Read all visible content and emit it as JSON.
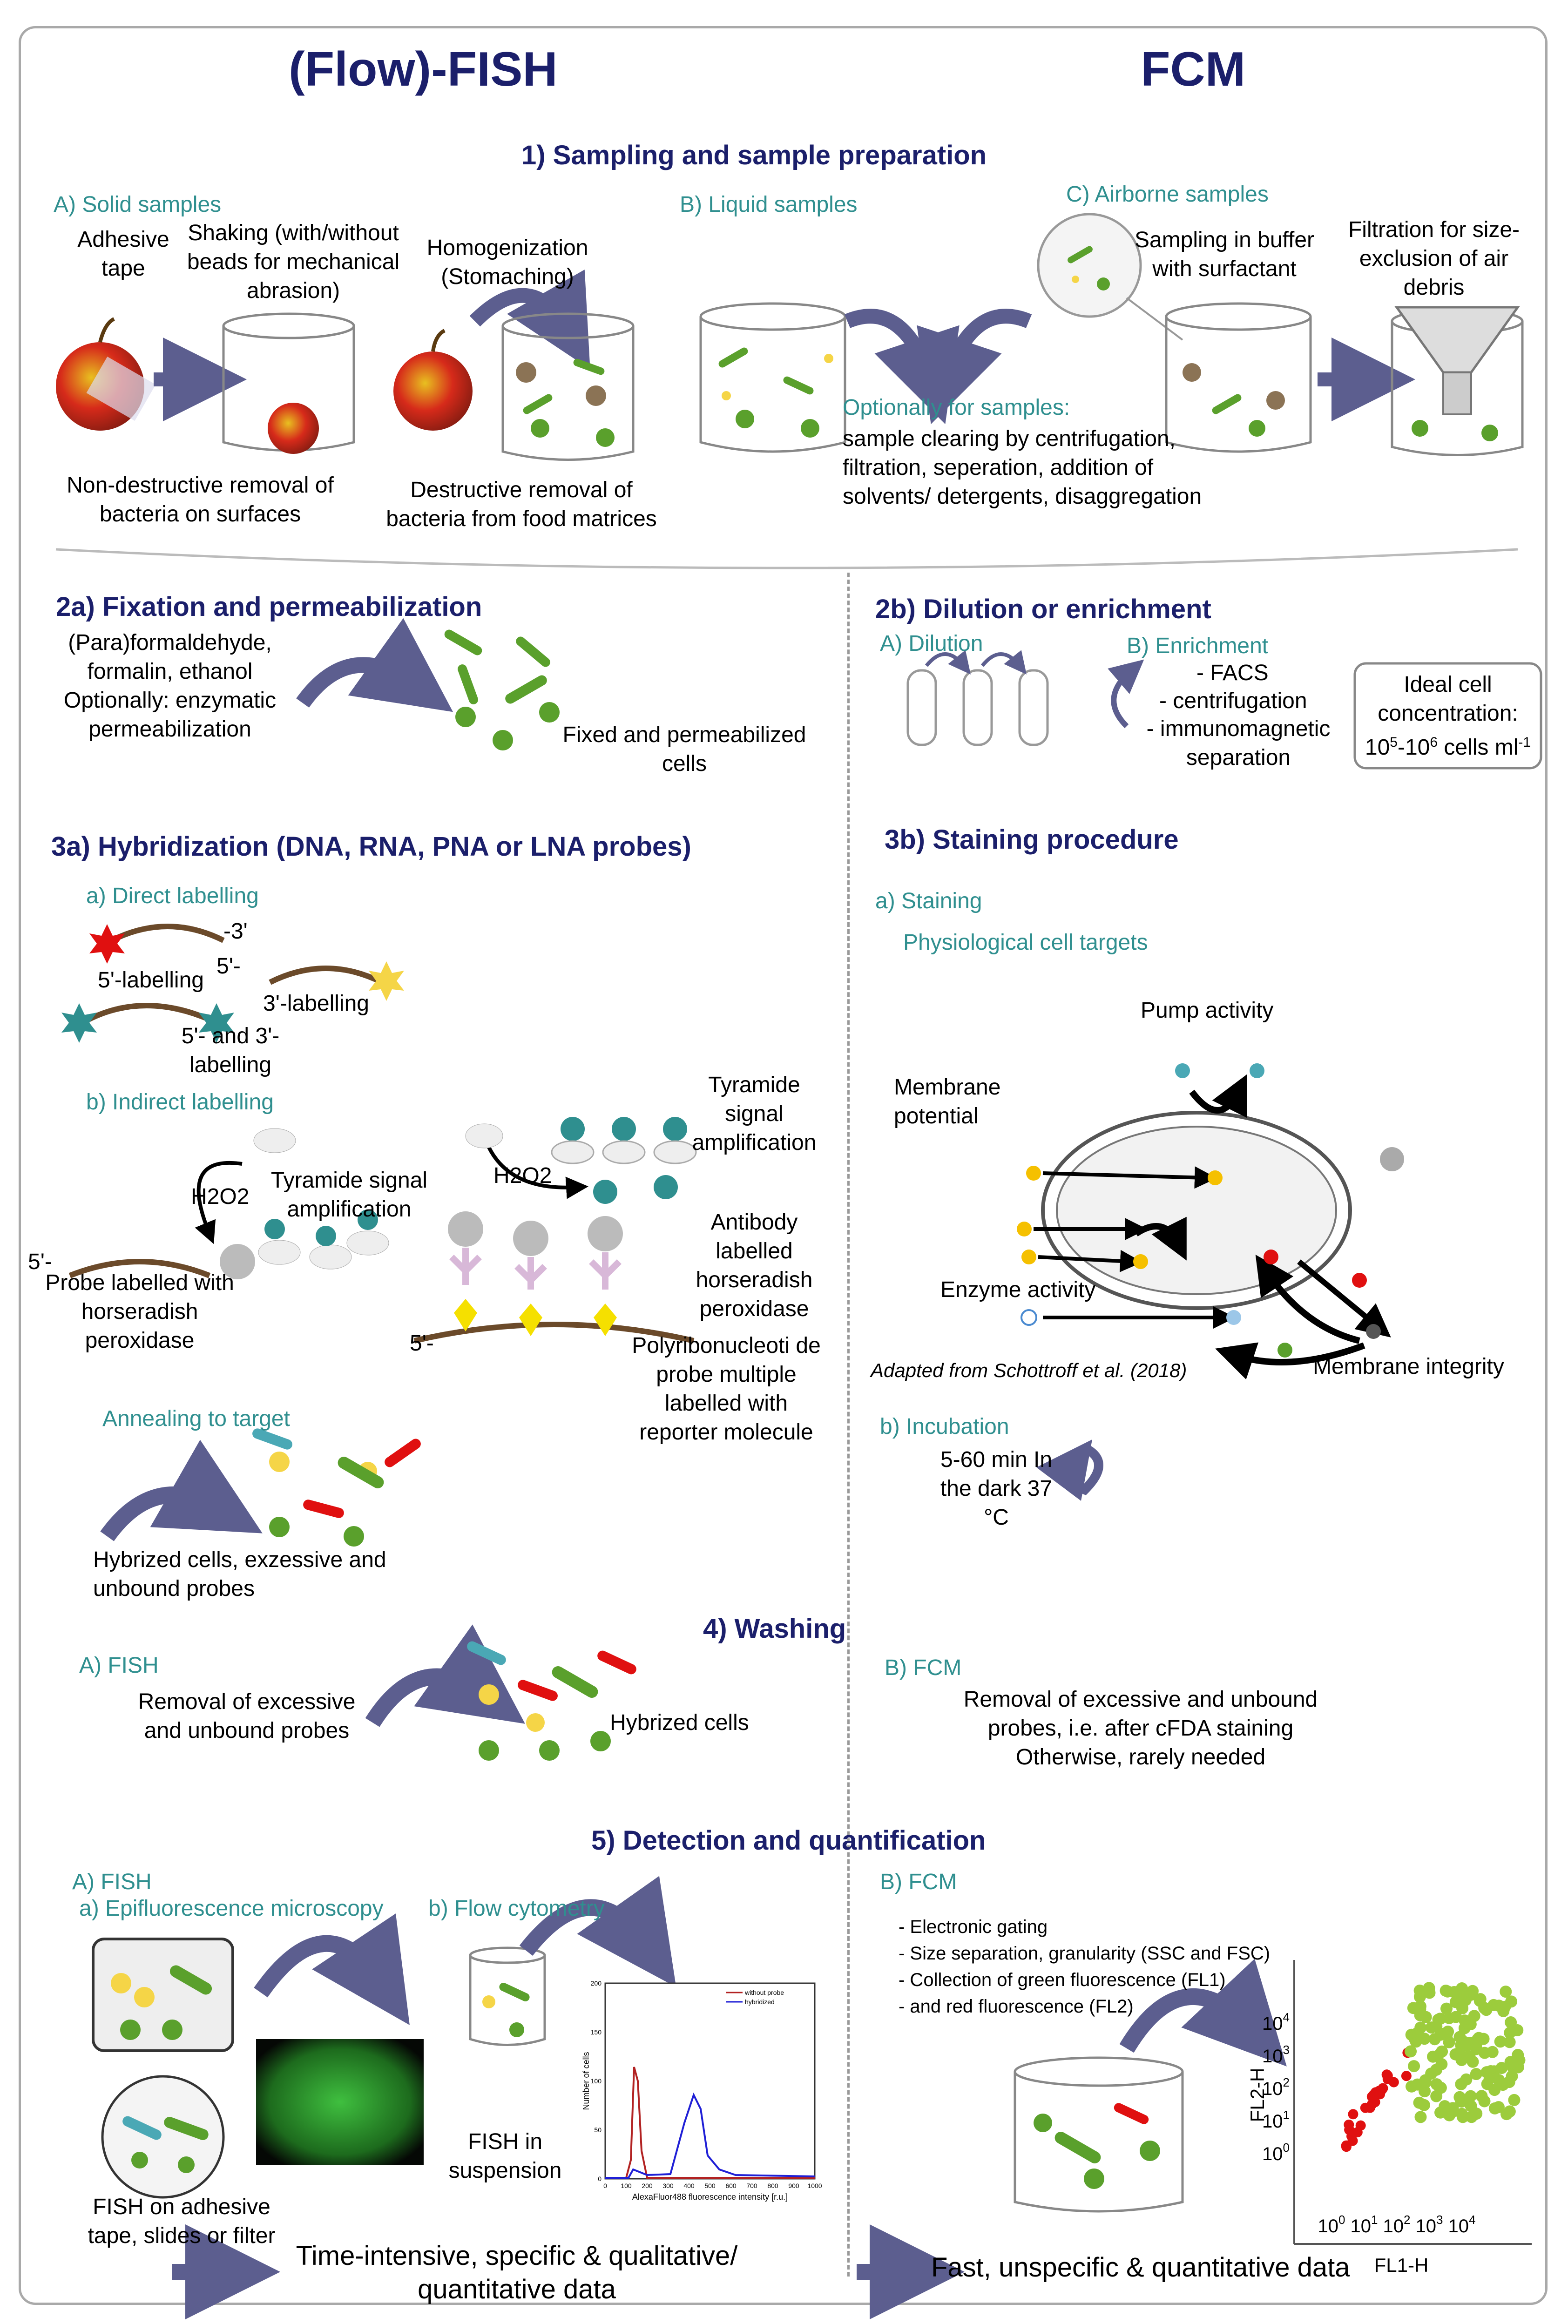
{
  "headers": {
    "left": "(Flow)-FISH",
    "right": "FCM"
  },
  "s1": {
    "title": "1) Sampling and sample preparation",
    "a_title": "A) Solid samples",
    "tape": "Adhesive tape",
    "shaking": "Shaking (with/without beads for mechanical abrasion)",
    "homog": "Homogenization (Stomaching)",
    "nondestr": "Non-destructive removal of bacteria on surfaces",
    "destr": "Destructive removal of bacteria from food matrices",
    "b_title": "B) Liquid samples",
    "opt_title": "Optionally for samples:",
    "opt_text": "sample clearing by centrifugation, filtration, seperation, addition of solvents/ detergents, disaggregation",
    "c_title": "C) Airborne samples",
    "buffer": "Sampling in buffer with surfactant",
    "filtration": "Filtration for size-exclusion of air debris"
  },
  "s2a": {
    "title": "2a) Fixation and permeabilization",
    "reagents": "(Para)formaldehyde, formalin, ethanol Optionally: enzymatic permeabilization",
    "result": "Fixed and permeabilized cells"
  },
  "s2b": {
    "title": "2b) Dilution or enrichment",
    "a_title": "A) Dilution",
    "b_title": "B) Enrichment",
    "enrich_items": [
      "- FACS",
      "- centrifugation",
      "- immunomagnetic separation"
    ],
    "ideal_1": "Ideal cell",
    "ideal_2": "concentration:",
    "ideal_3a": "10",
    "ideal_sup1": "5",
    "ideal_3b": "-10",
    "ideal_sup2": "6",
    "ideal_3c": " cells ml",
    "ideal_sup3": "-1"
  },
  "s3a": {
    "title": "3a) Hybridization (DNA, RNA, PNA or LNA probes)",
    "direct": "a) Direct labelling",
    "three_prime": "-3'",
    "five_label": "5'-labelling",
    "five_dash": "5'-",
    "three_label": "3'-labelling",
    "both_label": "5'- and 3'- labelling",
    "indirect": "b) Indirect labelling",
    "h2o2": "H2O2",
    "tsa": "Tyramide signal amplification",
    "five_prime": "5'-",
    "probe_hrp": "Probe labelled with horseradish peroxidase",
    "tsa2": "Tyramide signal amplification",
    "antibody": "Antibody labelled horseradish peroxidase",
    "poly": "Polyribonucleoti de probe multiple labelled with reporter molecule",
    "anneal": "Annealing to target",
    "hybrized": "Hybrized cells, exzessive and unbound probes"
  },
  "s3b": {
    "title": "3b) Staining procedure",
    "a_title": "a) Staining",
    "targets": "Physiological cell targets",
    "pump": "Pump activity",
    "membrane_pot": "Membrane potential",
    "enzyme": "Enzyme activity",
    "integrity": "Membrane integrity",
    "adapted": "Adapted from Schottroff et al. (2018)",
    "b_title": "b) Incubation",
    "incub": "5-60 min In the dark 37 °C"
  },
  "s4": {
    "title": "4) Washing",
    "a_title": "A) FISH",
    "removal": "Removal of excessive and unbound probes",
    "hybrized": "Hybrized cells",
    "b_title": "B) FCM",
    "fcm_text": "Removal of excessive and unbound probes, i.e. after cFDA staining Otherwise, rarely needed"
  },
  "s5": {
    "title": "5) Detection and quantification",
    "a_title": "A) FISH",
    "epi": "a) Epifluorescence microscopy",
    "flow": "b) Flow cytometry",
    "in_susp": "FISH in suspension",
    "on_tape": "FISH on adhesive tape, slides or filter",
    "b_title": "B) FCM",
    "fcm_items": [
      "- Electronic gating",
      "- Size separation, granularity (SSC and FSC)",
      "- Collection of green fluorescence (FL1)",
      "- and red fluorescence (FL2)"
    ],
    "left_summary": "Time-intensive, specific & qualitative/ quantitative data",
    "right_summary": "Fast, unspecific & quantitative data"
  },
  "histogram": {
    "xlabel": "AlexaFluor488 fluorescence intensity [r.u.]",
    "ylabel": "Number of cells",
    "legend": [
      "without probe",
      "hybridized"
    ],
    "xticks": [
      "0",
      "100",
      "200",
      "300",
      "400",
      "500",
      "600",
      "700",
      "800",
      "900",
      "1000"
    ],
    "yticks": [
      "0",
      "50",
      "100",
      "150",
      "200"
    ],
    "colors": {
      "without": "#b22222",
      "hybridized": "#1f1fd6"
    }
  },
  "scatter": {
    "xlabel": "FL1-H",
    "ylabel": "FL2-H",
    "ticks": [
      "10",
      "10",
      "10",
      "10",
      "10"
    ],
    "exps": [
      "0",
      "1",
      "2",
      "3",
      "4"
    ],
    "colors": {
      "red": "#e01010",
      "green": "#9ccc3c"
    }
  },
  "colors": {
    "arrow": "#5c5e8f",
    "title": "#1b1f6b",
    "teal": "#2f8f8f"
  }
}
